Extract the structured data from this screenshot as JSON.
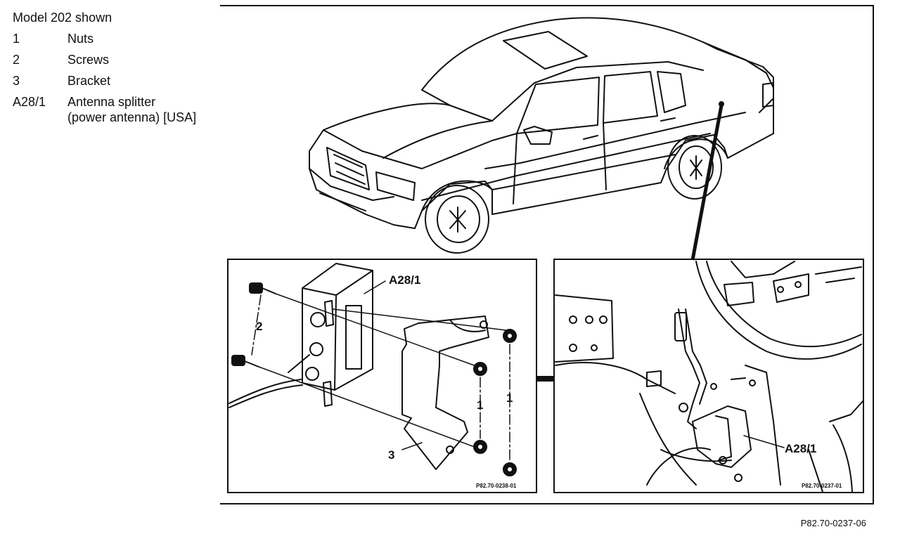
{
  "legend": {
    "title": "Model 202 shown",
    "items": [
      {
        "code": "1",
        "desc": "Nuts"
      },
      {
        "code": "2",
        "desc": "Screws"
      },
      {
        "code": "3",
        "desc": "Bracket"
      },
      {
        "code": "A28/1",
        "desc": "Antenna splitter",
        "desc2": "(power antenna) [USA]"
      }
    ]
  },
  "callouts": {
    "left_a28": "A28/1",
    "left_1a": "1",
    "left_1b": "1",
    "left_2": "2",
    "left_3": "3",
    "right_a28": "A28/1"
  },
  "figure_codes": {
    "left": "P82.70-0238-01",
    "right": "P82.70-0237-01",
    "main": "P82.70-0237-06"
  }
}
